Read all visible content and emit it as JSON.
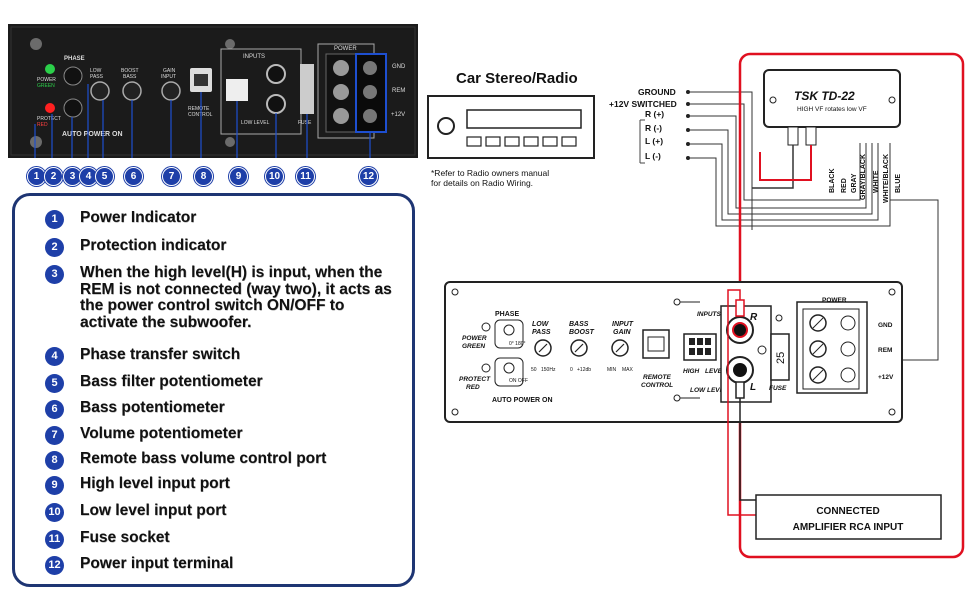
{
  "photo": {
    "phase": "PHASE",
    "power_green": "POWER\nGREEN",
    "protect_red": "PROTECT\nRED",
    "auto_power_on": "AUTO POWER ON",
    "low_pass": "LOW\nPASS",
    "boost_bass": "BOOST\nBASS",
    "gain_input": "GAIN\nINPUT",
    "inputs": "INPUTS",
    "low_level": "LOW LEVEL",
    "remote_control": "REMOTE\nCONTROL",
    "fuse": "FUSE",
    "power": "POWER",
    "gnd": "GND",
    "rem": "REM",
    "plus12v": "+12V"
  },
  "callout_numbers": [
    "1",
    "2",
    "3",
    "4",
    "5",
    "6",
    "7",
    "8",
    "9",
    "10",
    "11",
    "12"
  ],
  "legend": [
    {
      "num": "1",
      "text": "Power Indicator"
    },
    {
      "num": "2",
      "text": "Protection indicator"
    },
    {
      "num": "3",
      "text": "When the high level(H) is input, when the REM is not connected (way two), it acts as the power control switch ON/OFF to activate the subwoofer."
    },
    {
      "num": "4",
      "text": "Phase transfer switch"
    },
    {
      "num": "5",
      "text": "Bass filter potentiometer"
    },
    {
      "num": "6",
      "text": "Bass potentiometer"
    },
    {
      "num": "7",
      "text": "Volume potentiometer"
    },
    {
      "num": "8",
      "text": "Remote bass volume control port"
    },
    {
      "num": "9",
      "text": "High level input port"
    },
    {
      "num": "10",
      "text": "Low level input port"
    },
    {
      "num": "11",
      "text": "Fuse socket"
    },
    {
      "num": "12",
      "text": "Power input terminal"
    }
  ],
  "stereo": {
    "title": "Car Stereo/Radio",
    "note": "*Refer to Radio owners manual for details on Radio Wiring.",
    "outputs": [
      "GROUND",
      "+12V SWITCHED",
      "R (+)",
      "R (-)",
      "L (+)",
      "L (-)"
    ]
  },
  "converter": {
    "title": "TSK TD-22",
    "subtitle": "HIGH VF rotates low VF",
    "wires": [
      "BLACK",
      "RED",
      "GRAY",
      "GRAY/BLACK",
      "WHITE",
      "WHITE/BLACK",
      "BLUE"
    ]
  },
  "panel": {
    "phase": "PHASE",
    "phase_0": "0°",
    "phase_180": "180°",
    "power_green": "POWER\nGREEN",
    "protect_red": "PROTECT\nRED",
    "on": "ON",
    "off": "OFF",
    "auto_power_on": "AUTO POWER ON",
    "low_pass": "LOW\nPASS",
    "low_pass_min": "50",
    "low_pass_max": "150Hz",
    "bass_boost": "BASS\nBOOST",
    "bass_boost_min": "0",
    "bass_boost_max": "+12db",
    "input_gain": "INPUT\nGAIN",
    "input_gain_min": "MIN",
    "input_gain_max": "MAX",
    "remote_control": "REMOTE\nCONTROL",
    "inputs": "INPUTS",
    "high": "HIGH",
    "level": "LEVEL",
    "low_level": "LOW LEVEL",
    "r": "R",
    "l": "L",
    "fuse_value": "25",
    "fuse": "FUSE",
    "power": "POWER",
    "gnd": "GND",
    "rem": "REM",
    "plus12v": "+12V"
  },
  "rca_box": {
    "line1": "CONNECTED",
    "line2": "AMPLIFIER RCA INPUT"
  },
  "colors": {
    "badge": "#1e3fa8",
    "legend_border": "#1e3573",
    "red_wire": "#e01020",
    "photo_bg": "#1b1b1b"
  }
}
